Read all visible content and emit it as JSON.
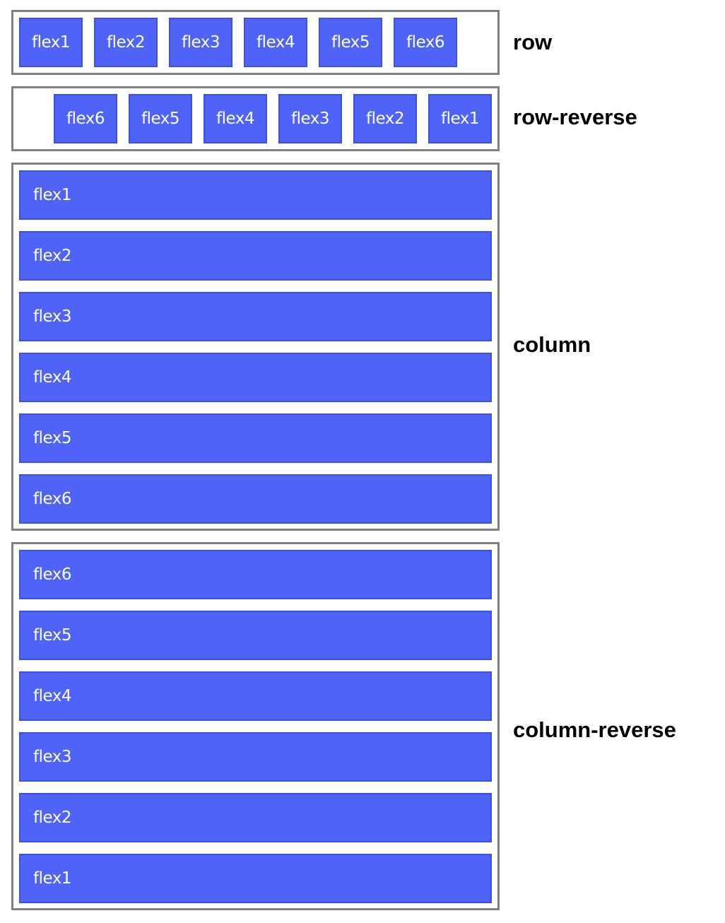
{
  "rows": {
    "row": {
      "label": "row",
      "items": [
        "flex1",
        "flex2",
        "flex3",
        "flex4",
        "flex5",
        "flex6"
      ]
    },
    "row_reverse": {
      "label": "row-reverse",
      "items": [
        "flex6",
        "flex5",
        "flex4",
        "flex3",
        "flex2",
        "flex1"
      ]
    },
    "column": {
      "label": "column",
      "items": [
        "flex1",
        "flex2",
        "flex3",
        "flex4",
        "flex5",
        "flex6"
      ]
    },
    "column_reverse": {
      "label": "column-reverse",
      "items": [
        "flex6",
        "flex5",
        "flex4",
        "flex3",
        "flex2",
        "flex1"
      ]
    }
  },
  "colors": {
    "item_fill": "#4f63f7",
    "item_border": "#3a50e6",
    "container_border": "#808080",
    "label_text": "#000000"
  }
}
